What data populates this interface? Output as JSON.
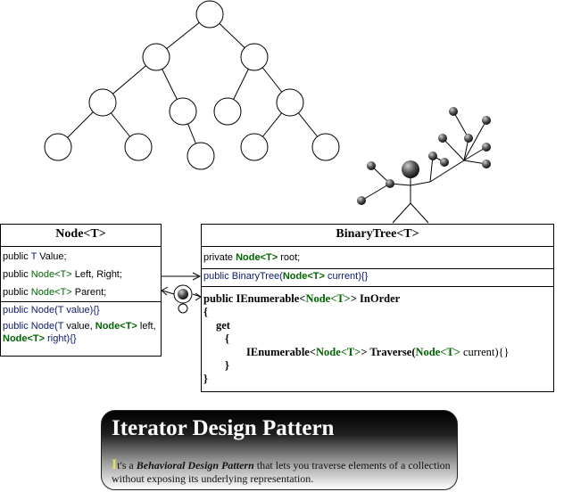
{
  "node_class": {
    "title": "Node<T>",
    "fields": [
      {
        "prefix": "public ",
        "type": "T",
        "name": " Value;"
      },
      {
        "prefix": "public ",
        "type": "Node<T>",
        "name": "  Left, Right;"
      },
      {
        "prefix": "public ",
        "type": "Node<T>",
        "name": "  Parent;"
      }
    ],
    "ctor1": {
      "kw": "public Node(",
      "t": "T",
      "rest": " value){}"
    },
    "ctor2": {
      "kw": "public Node(",
      "t": "T",
      "a": " value, ",
      "n1": "Node<T>",
      "b": " left, ",
      "n2": "Node<T>",
      "c": " right){}"
    }
  },
  "tree_class": {
    "title": "BinaryTree<T>",
    "field": {
      "prefix": "private ",
      "type": "Node<T>",
      "name": " root;"
    },
    "ctor": {
      "kw": "public BinaryTree(",
      "t": "Node<T>",
      "rest": " current){}"
    },
    "method": {
      "sig_a": "public IEnumerable<",
      "sig_t": "Node<T>",
      "sig_b": "> InOrder",
      "open": "{",
      "get": "get",
      "open2": "{",
      "body_a": "IEnumerable<",
      "body_t1": "Node<T>",
      "body_b": "> Traverse(",
      "body_t2": "Node<T>",
      "body_c": " current){}",
      "close2": "}",
      "close": "}"
    }
  },
  "banner": {
    "title": "Iterator Design Pattern",
    "dropcap": "I",
    "text_a": "t's a ",
    "text_em": "Behavioral Design Pattern",
    "text_b": " that lets you traverse elements of a collection without exposing its underlying representation."
  }
}
